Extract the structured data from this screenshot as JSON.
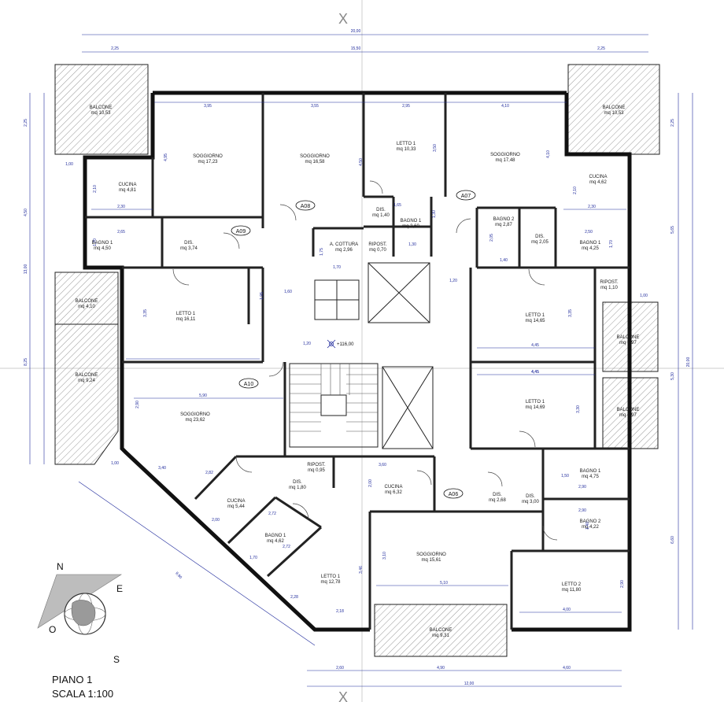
{
  "title": {
    "line1": "PIANO 1",
    "line2": "SCALA 1:100"
  },
  "axis": {
    "top": "X",
    "bottom": "X"
  },
  "compass": {
    "n": "N",
    "e": "E",
    "s": "S",
    "o": "O"
  },
  "elevation": "+116,00",
  "units": [
    {
      "tag": "A08"
    },
    {
      "tag": "A09"
    },
    {
      "tag": "A07"
    },
    {
      "tag": "A10"
    },
    {
      "tag": "A06"
    }
  ],
  "rooms": [
    {
      "name": "BALCONE",
      "area": "mq 10,53"
    },
    {
      "name": "SOGGIORNO",
      "area": "mq 17,23"
    },
    {
      "name": "SOGGIORNO",
      "area": "mq 16,58"
    },
    {
      "name": "LETTO 1",
      "area": "mq 10,33"
    },
    {
      "name": "SOGGIORNO",
      "area": "mq 17,48"
    },
    {
      "name": "BALCONE",
      "area": "mq 10,53"
    },
    {
      "name": "CUCINA",
      "area": "mq 4,81"
    },
    {
      "name": "CUCINA",
      "area": "mq 4,62"
    },
    {
      "name": "DIS.",
      "area": "mq 1,40"
    },
    {
      "name": "BAGNO 1",
      "area": "mq 3,60"
    },
    {
      "name": "BAGNO 2",
      "area": "mq 2,87"
    },
    {
      "name": "DIS.",
      "area": "mq 2,05"
    },
    {
      "name": "BAGNO 1",
      "area": "mq 4,50"
    },
    {
      "name": "DIS.",
      "area": "mq 3,74"
    },
    {
      "name": "A. COTTURA",
      "area": "mq 2,96"
    },
    {
      "name": "RIPOST.",
      "area": "mq 0,70"
    },
    {
      "name": "BAGNO 1",
      "area": "mq 4,25"
    },
    {
      "name": "RIPOST.",
      "area": "mq 1,10"
    },
    {
      "name": "BALCONE",
      "area": "mq 4,10"
    },
    {
      "name": "LETTO 1",
      "area": "mq 16,11"
    },
    {
      "name": "LETTO 1",
      "area": "mq 14,65"
    },
    {
      "name": "BALCONE",
      "area": "mq 4,97"
    },
    {
      "name": "BALCONE",
      "area": "mq 9,24"
    },
    {
      "name": "LETTO 1",
      "area": "mq 14,69"
    },
    {
      "name": "BALCONE",
      "area": "mq 4,97"
    },
    {
      "name": "SOGGIORNO",
      "area": "mq 23,62"
    },
    {
      "name": "RIPOST.",
      "area": "mq 0,95"
    },
    {
      "name": "DIS.",
      "area": "mq 1,80"
    },
    {
      "name": "CUCINA",
      "area": "mq 6,32"
    },
    {
      "name": "BAGNO 1",
      "area": "mq 4,75"
    },
    {
      "name": "DIS.",
      "area": "mq 2,68"
    },
    {
      "name": "DIS.",
      "area": "mq 3,00"
    },
    {
      "name": "BAGNO 2",
      "area": "mq 4,22"
    },
    {
      "name": "CUCINA",
      "area": "mq 5,44"
    },
    {
      "name": "BAGNO 1",
      "area": "mq 4,62"
    },
    {
      "name": "SOGGIORNO",
      "area": "mq 15,61"
    },
    {
      "name": "LETTO 1",
      "area": "mq 12,78"
    },
    {
      "name": "LETTO 2",
      "area": "mq 11,80"
    },
    {
      "name": "BALCONE",
      "area": "mq 9,31"
    }
  ],
  "dimensions": [
    "20,00",
    "2,25",
    "15,50",
    "2,25",
    "3,95",
    "3,55",
    "2,95",
    "4,10",
    "2,25",
    "4,50",
    "13,00",
    "8,25",
    "2,25",
    "5,65",
    "20,00",
    "5,30",
    "6,60",
    "1,00",
    "4,95",
    "2,10",
    "2,30",
    "3,50",
    "4,50",
    "1,65",
    "1,30",
    "2,65",
    "1,70",
    "1,75",
    "1,70",
    "1,30",
    "2,05",
    "1,40",
    "4,10",
    "2,10",
    "2,30",
    "2,50",
    "1,70",
    "1,00",
    "1,60",
    "1,95",
    "1,20",
    "3,35",
    "4,45",
    "3,35",
    "4,45",
    "1,20",
    "4,45",
    "3,30",
    "5,90",
    "2,90",
    "1,00",
    "3,40",
    "2,82",
    "2,00",
    "2,72",
    "2,72",
    "1,70",
    "3,60",
    "2,00",
    "1,50",
    "2,90",
    "2,90",
    "1,40",
    "3,10",
    "5,10",
    "3,46",
    "2,28",
    "2,18",
    "4,00",
    "2,90",
    "9,90",
    "2,60",
    "4,90",
    "4,60",
    "12,00"
  ]
}
